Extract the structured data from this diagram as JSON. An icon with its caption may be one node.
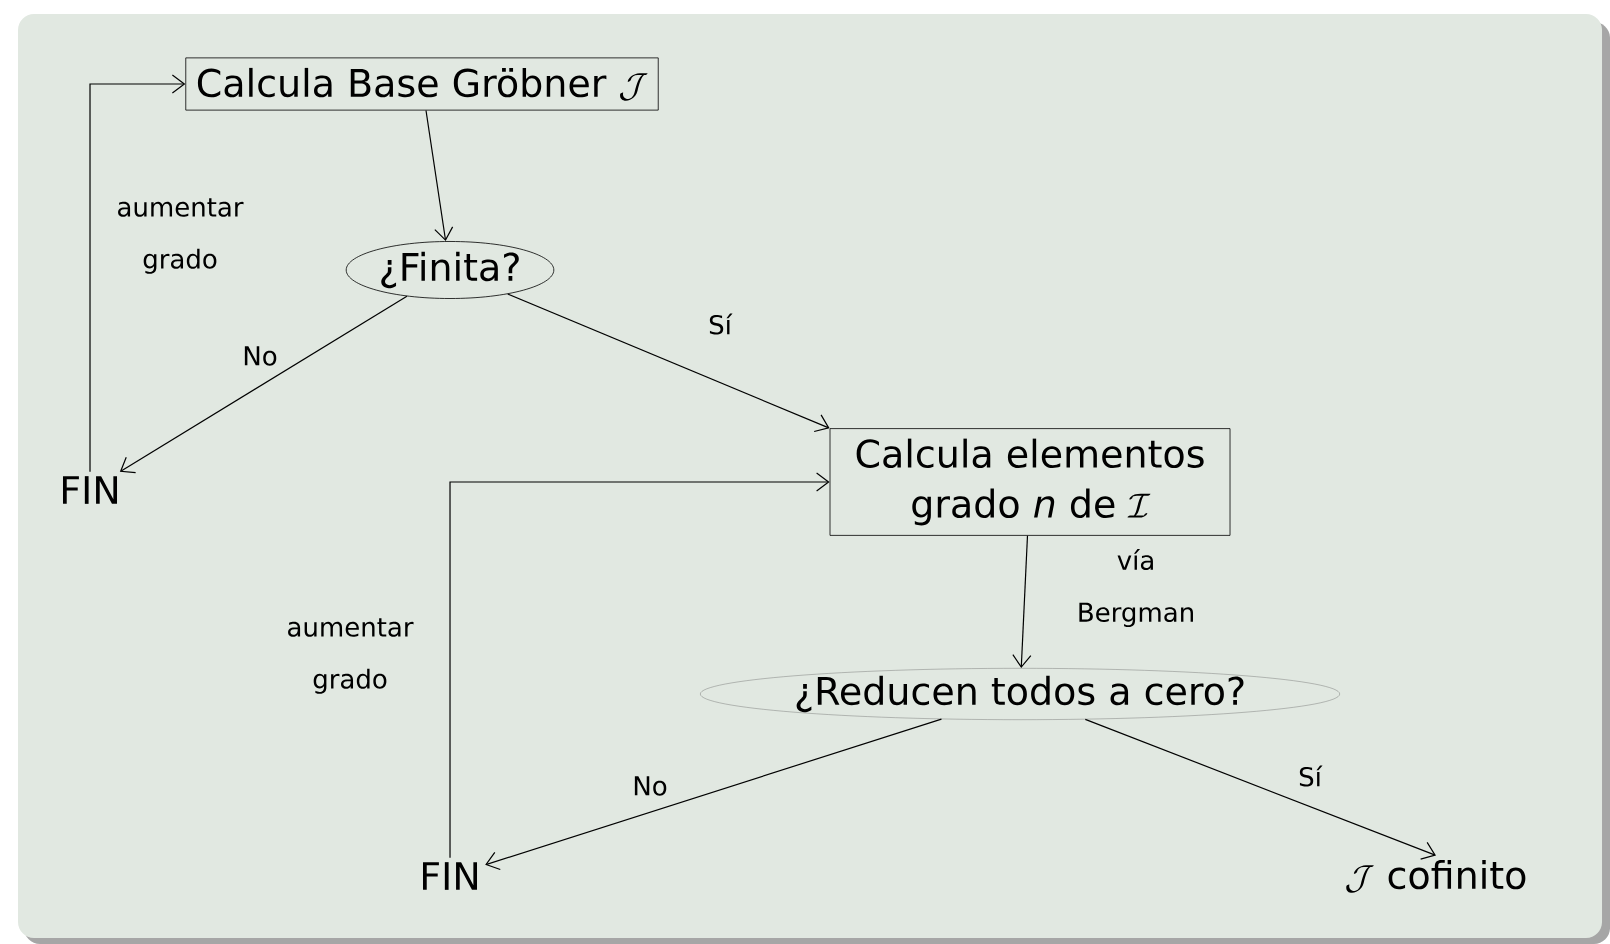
{
  "diagram": {
    "nodes": [
      {
        "text": [
          "Calcula Base Gröbner",
          "\\mathcal{J}"
        ]
      },
      {
        "text": [
          "¿Finita?"
        ]
      },
      {
        "text": [
          "FIN"
        ]
      },
      {
        "text": [
          "Calcula elementos grado *n* de",
          "\\mathcal{I}"
        ]
      },
      {
        "text": [
          "¿Reducen todos a cero?"
        ]
      },
      {
        "text": [
          "FIN"
        ]
      },
      {
        "text": [
          "\\mathcal{J}",
          "cofinito"
        ]
      }
    ],
    "edges": [
      {
        "from": 0,
        "to": 1,
        "arrow": "to"
      },
      {
        "from": 1,
        "to": 2,
        "arrow": "to",
        "label": "No"
      },
      {
        "from": 1,
        "to": 3,
        "arrow": "to",
        "label": "Sí"
      },
      {
        "from": 2,
        "to": 0,
        "arrow": "to",
        "label": "aumentar grado"
      },
      {
        "from": 3,
        "to": 4,
        "arrow": "to",
        "label": "vía Bergman"
      },
      {
        "from": 4,
        "to": 5,
        "arrow": "to",
        "label": "No"
      },
      {
        "from": 4,
        "to": 6,
        "arrow": "to",
        "label": "Sí"
      },
      {
        "from": 5,
        "to": 3,
        "arrow": "to",
        "label": "aumentar grado"
      }
    ]
  }
}
